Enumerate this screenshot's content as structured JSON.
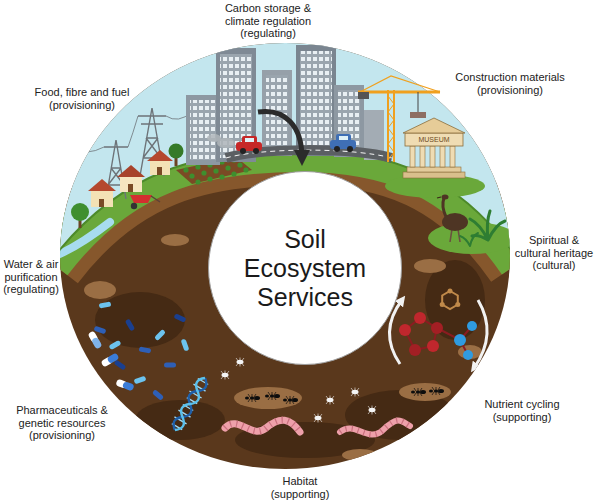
{
  "diagram": {
    "nodes": [
      {
        "text": [
          "Soil Ecosystem Services"
        ]
      }
    ],
    "labels": [
      "Food, fibre and fuel (provisioning)",
      "Carbon storage & climate regulation (regulating)",
      "Construction materials (provisioning)",
      "MUSEUM",
      "Spiritual & cultural heritage (cultural)",
      "Water & air purification (regulating)",
      "Nutrient cycling (supporting)",
      "Pharmaceuticals & genetic resources (provisioning)",
      "Habitat (supporting)"
    ]
  }
}
